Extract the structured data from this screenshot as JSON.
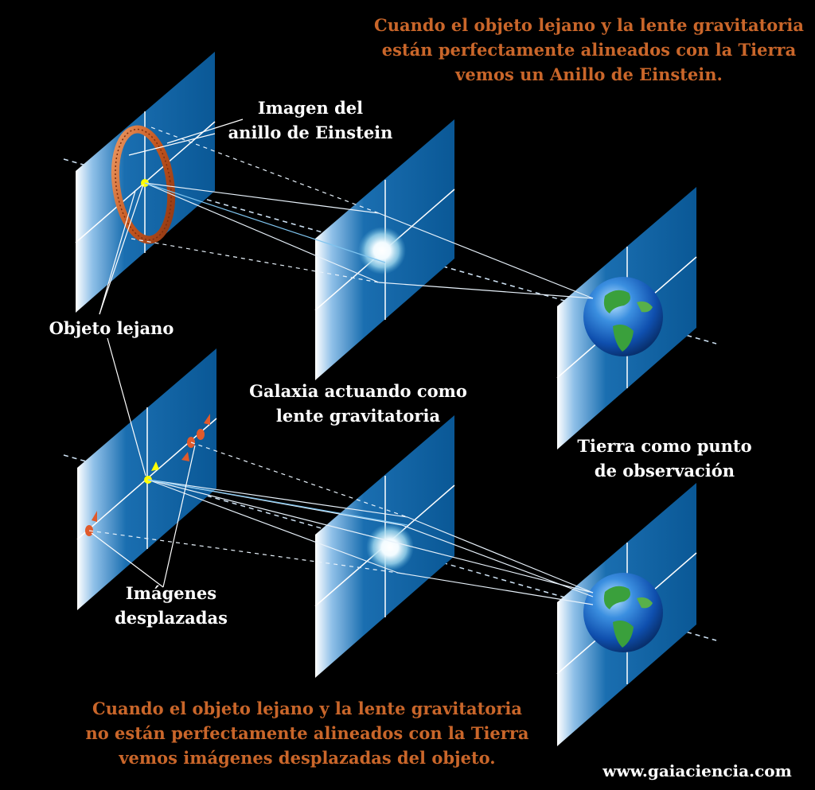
{
  "header_note": {
    "line1": "Cuando el objeto lejano y la lente gravitatoria",
    "line2": "están perfectamente alineados con la Tierra",
    "line3": "vemos un Anillo de Einstein."
  },
  "footer_note": {
    "line1": "Cuando el objeto lejano y la lente gravitatoria",
    "line2": "no están perfectamente alineados con la Tierra",
    "line3": "vemos  imágenes desplazadas del objeto."
  },
  "labels": {
    "ring_image_line1": "Imagen del",
    "ring_image_line2": "anillo de Einstein",
    "distant_object": "Objeto lejano",
    "lens_galaxy_line1": "Galaxia actuando como",
    "lens_galaxy_line2": "lente gravitatoria",
    "earth_line1": "Tierra como punto",
    "earth_line2": "de observación",
    "shifted_images_line1": "Imágenes",
    "shifted_images_line2": "desplazadas"
  },
  "credit": "www.gaiaciencia.com",
  "colors": {
    "background": "#000000",
    "panel": "#0b5d9c",
    "note_text": "#c9662a",
    "label_text": "#ffffff",
    "ring": "#d0642a",
    "source": "#ffff00"
  }
}
